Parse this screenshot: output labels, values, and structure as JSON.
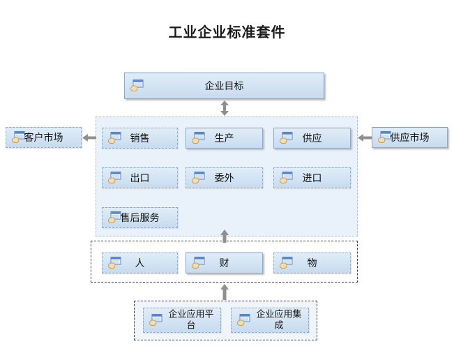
{
  "title": "工业企业标准套件",
  "nodes": {
    "enterprise_goal": {
      "label": "企业目标"
    },
    "customer_market": {
      "label": "客户市场"
    },
    "supply_market": {
      "label": "供应市场"
    },
    "sales": {
      "label": "销售"
    },
    "production": {
      "label": "生产"
    },
    "supply": {
      "label": "供应"
    },
    "export": {
      "label": "出口"
    },
    "outsource": {
      "label": "委外"
    },
    "import": {
      "label": "进口"
    },
    "after_sales": {
      "label": "售后服务"
    },
    "people": {
      "label": "人"
    },
    "finance": {
      "label": "财"
    },
    "material": {
      "label": "物"
    },
    "app_platform": {
      "label": "企业应用平台"
    },
    "app_integration": {
      "label": "企业应用集成"
    }
  },
  "icons": {
    "node_icon": "form-window-with-hand-icon",
    "arrows": [
      "double-vertical-arrow",
      "up-arrow",
      "left-arrow"
    ]
  },
  "colors": {
    "box_fill_top": "#e1edf8",
    "box_fill_bottom": "#c7dbef",
    "solid_border": "#93aac6",
    "dashed_border": "#8fa6bf",
    "mid_container_bg": "#e9f2fb",
    "dark_dash_border": "#3c3c3c",
    "arrow": "#8f8f8f",
    "title_text": "#1a1a1a"
  }
}
